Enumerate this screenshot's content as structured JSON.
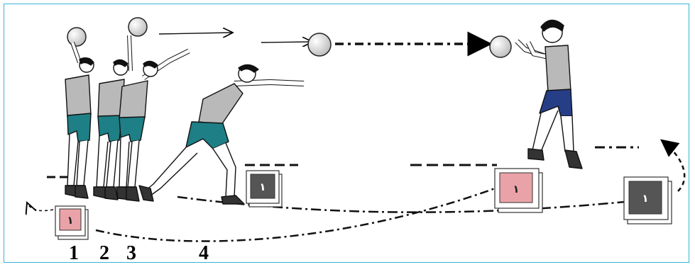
{
  "steps": [
    "1",
    "2",
    "3",
    "4"
  ],
  "cubes": [
    {
      "label": "١",
      "face": "#e9a3a8",
      "text": "#222222"
    },
    {
      "label": "١",
      "face": "#555555",
      "text": "#ffffff"
    },
    {
      "label": "١",
      "face": "#e9a3a8",
      "text": "#222222"
    },
    {
      "label": "١",
      "face": "#555555",
      "text": "#ffffff"
    }
  ],
  "colors": {
    "frame": "#39b4d6",
    "shirt": "#b9b9b9",
    "shorts": "#1e7f86",
    "receiver_shorts": "#253e86",
    "skin": "#ffffff",
    "hair": "#111111"
  },
  "icons": [
    "ball-icon",
    "arrow-icon",
    "cube-icon",
    "player-figure"
  ]
}
